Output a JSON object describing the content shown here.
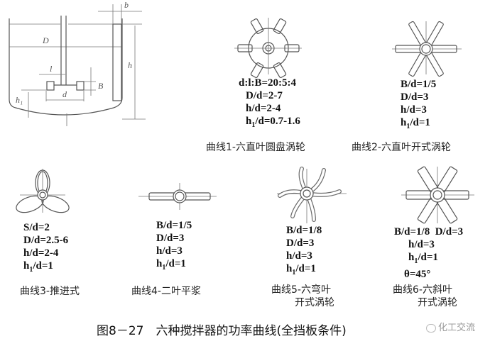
{
  "tank_diagram": {
    "labels": {
      "D": "D",
      "b": "b",
      "h": "h",
      "l": "l",
      "B": "B",
      "d": "d",
      "h1": "h₁"
    }
  },
  "impellers": [
    {
      "id": 1,
      "icon": "disk-turbine-six-flat-blade-icon",
      "params": [
        "d:l:B=20:5:4",
        "D/d=2-7",
        "h/d=2-4",
        "h1/d=0.7-1.6"
      ],
      "caption_lines": [
        "曲线1-六直叶圆盘涡轮"
      ]
    },
    {
      "id": 2,
      "icon": "open-turbine-six-flat-blade-icon",
      "params": [
        "B/d=1/5",
        "D/d=3",
        "h/d=3",
        "h1/d=1"
      ],
      "caption_lines": [
        "曲线2-六直叶开式涡轮"
      ]
    },
    {
      "id": 3,
      "icon": "propeller-three-blade-icon",
      "params": [
        "S/d=2",
        "D/d=2.5-6",
        "h/d=2-4",
        "h1/d=1"
      ],
      "caption_lines": [
        "曲线3-推进式"
      ]
    },
    {
      "id": 4,
      "icon": "two-blade-paddle-icon",
      "params": [
        "B/d=1/5",
        "D/d=3",
        "h/d=3",
        "h1/d=1"
      ],
      "caption_lines": [
        "曲线4-二叶平浆"
      ]
    },
    {
      "id": 5,
      "icon": "open-turbine-six-curved-blade-icon",
      "params": [
        "B/d=1/8",
        "D/d=3",
        "h/d=3",
        "h1/d=1"
      ],
      "caption_lines": [
        "曲线5-六弯叶",
        "开式涡轮"
      ]
    },
    {
      "id": 6,
      "icon": "open-turbine-six-pitched-blade-icon",
      "params": [
        "B/d=1/8  D/d=3",
        "h/d=3",
        "h1/d=1",
        "θ=45°"
      ],
      "caption_lines": [
        "曲线6-六斜叶",
        "开式涡轮"
      ]
    }
  ],
  "figure_caption": "图8－27　六种搅拌器的功率曲线(全挡板条件)",
  "watermark": "化工交流"
}
